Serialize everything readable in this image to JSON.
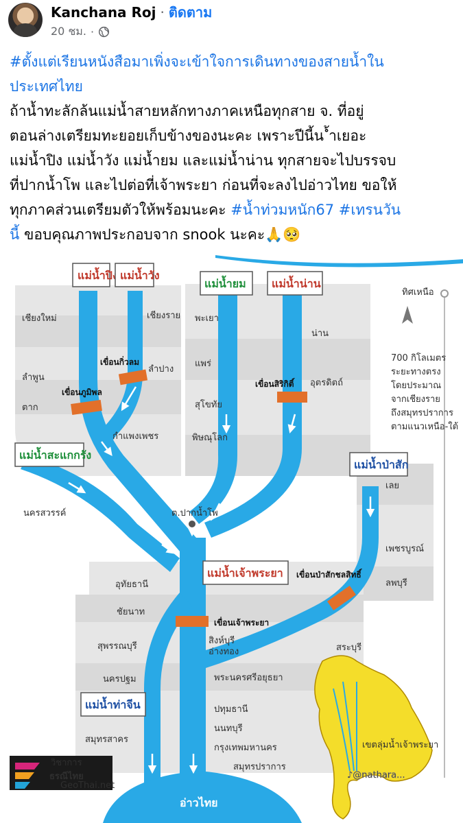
{
  "post": {
    "author": "Kanchana Roj",
    "separator": "·",
    "follow": "ติดตาม",
    "time": "20 ชม.",
    "privacy_sep": "·",
    "lines": [
      {
        "hashtag": "#ตั้งแต่เรียนหนังสือมาเพิ่งจะเข้าใจการเดินทางของสายน้ำใน",
        "text": ""
      },
      {
        "hashtag": "ประเทศไทย",
        "text": ""
      },
      {
        "hashtag": "",
        "text": " ถ้าน้ำทะลักล้นแม่น้ำสายหลักทางภาคเหนือทุกสาย จ. ที่อยู่"
      },
      {
        "hashtag": "",
        "text": "ตอนล่างเตรียมทะยอยเก็บข้างของนะคะ เพราะปีนี้น  ้ำเยอะ"
      },
      {
        "hashtag": "",
        "text": "แม่น้ำปิง แม่น้ำวัง แม่น้ำยม และแม่น้ำน่าน ทุกสายจะไปบรรจบ"
      },
      {
        "hashtag": "",
        "text": "ที่ปากน้ำโพ และไปต่อที่เจ้าพระยา ก่อนที่จะลงไปอ่าวไทย ขอให้"
      }
    ],
    "line7_text": "ทุกภาคส่วนเตรียมตัวให้พร้อมนะคะ ",
    "line7_tag1": "#น้ำท่วมหนัก67",
    "line7_tag2": " #เทรนวัน",
    "line8_tag": "นี้",
    "line8_text": " ขอบคุณภาพประกอบจาก snook นะคะ🙏🥺"
  },
  "infographic": {
    "colors": {
      "river": "#29a9e6",
      "dam": "#e2702a",
      "land": "#e6e6e6",
      "land_alt": "#d6d6d6",
      "label_red": "#c0392b",
      "label_green": "#1e8f3a",
      "label_blue": "#1d4fa3"
    },
    "rivers": {
      "ping": "แม่น้ำปิง",
      "wang": "แม่น้ำวัง",
      "yom": "แม่น้ำยม",
      "nan": "แม่น้ำน่าน",
      "sakae_krang": "แม่น้ำสะแกกรัง",
      "pa_sak": "แม่น้ำป่าสัก",
      "chao_phraya": "แม่น้ำเจ้าพระยา",
      "tha_chin": "แม่น้ำท่าจีน",
      "gulf": "อ่าวไทย"
    },
    "dams": {
      "kiew_lom": "เขื่อนกิ่วลม",
      "bhumibol": "เขื่อนภูมิพล",
      "sirikit": "เขื่อนสิริกิติ์",
      "pasak": "เขื่อนป่าสักชลสิทธิ์",
      "chao_phraya": "เขื่อนเจ้าพระยา"
    },
    "provinces": {
      "chiang_mai": "เชียงใหม่",
      "chiang_rai": "เชียงราย",
      "phayao": "พะเยา",
      "nan": "น่าน",
      "lampang": "ลำปาง",
      "phrae": "แพร่",
      "lamphun": "ลำพูน",
      "uttaradit": "อุตรดิตถ์",
      "tak": "ตาก",
      "sukhothai": "สุโขทัย",
      "kamphaeng_phet": "กำแพงเพชร",
      "phitsanulok": "พิษณุโลก",
      "nakhon_sawan": "นครสวรรค์",
      "loei": "เลย",
      "phetchabun": "เพชรบูรณ์",
      "uthai_thani": "อุทัยธานี",
      "lopburi": "ลพบุรี",
      "chai_nat": "ชัยนาท",
      "suphan_buri": "สุพรรณบุรี",
      "sing_buri": "สิงห์บุรี",
      "ang_thong": "อ่างทอง",
      "saraburi": "สระบุรี",
      "ayutthaya": "พระนครศรีอยุธยา",
      "nakhon_pathom": "นครปฐม",
      "pathum_thani": "ปทุมธานี",
      "nonthaburi": "นนทบุรี",
      "samut_sakhon": "สมุทรสาคร",
      "bangkok": "กรุงเทพมหานคร",
      "samut_prakan": "สมุทรปราการ"
    },
    "pak_nam_pho": "ต.ปากน้ำโพ",
    "compass_label": "ทิศเหนือ",
    "distance_note": [
      "700 กิโลเมตร",
      "ระยะทางตรง",
      "โดยประมาณ",
      "จากเชียงราย",
      "ถึงสมุทรปราการ",
      "ตามแนวเหนือ-ใต้"
    ],
    "inset_label": "เขตลุ่มน้ำเจ้าพระยา",
    "logo_line1": "วิชาการ",
    "logo_line2": "ธรณีไทย",
    "logo_line3": "GeoThai.net",
    "watermark": "♪@nathara..."
  }
}
